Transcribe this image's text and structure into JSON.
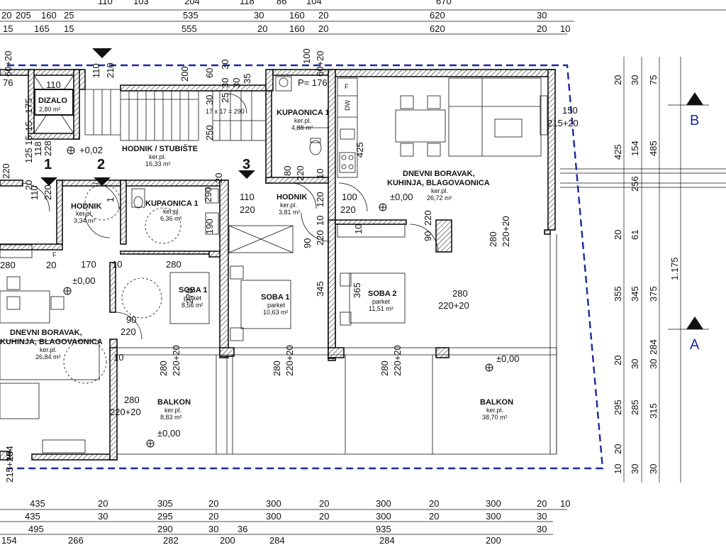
{
  "rooms": [
    {
      "id": "dizalo",
      "name": "DIZALO",
      "area": "2,80 m²"
    },
    {
      "id": "hodnik-stubiste",
      "name": "HODNIK / STUBIŠTE",
      "finish": "ker.pl.",
      "area": "16,33 m²"
    },
    {
      "id": "kupaonica-top",
      "name": "KUPAONICA 1",
      "finish": "ker.pl.",
      "area": "4,88 m²"
    },
    {
      "id": "dnevni-right",
      "name": "DNEVNI BORAVAK,",
      "name2": "KUHINJA, BLAGOVAONICA",
      "finish": "ker.pl.",
      "area": "26,72 m²"
    },
    {
      "id": "hodnik-mid",
      "name": "HODNIK",
      "finish": "ker.pl.",
      "area": "3,81 m²"
    },
    {
      "id": "hodnik-left",
      "name": "HODNIK",
      "finish": "ker.pl.",
      "area": "3,34 m²"
    },
    {
      "id": "kupaonica-mid",
      "name": "KUPAONICA 1",
      "finish": "ker.pl.",
      "area": "6,36 m²"
    },
    {
      "id": "soba1-a",
      "name": "SOBA 1",
      "finish": "parket",
      "area": "8,56 m²"
    },
    {
      "id": "soba1-b",
      "name": "SOBA 1",
      "finish": "parket",
      "area": "10,63 m²"
    },
    {
      "id": "soba2",
      "name": "SOBA 2",
      "finish": "parket",
      "area": "11,51 m²"
    },
    {
      "id": "dnevni-left",
      "name": "DNEVNI BORAVAK,",
      "name2": "KUHINJA, BLAGOVAONICA",
      "finish": "ker.pl.",
      "area": "26,84 m²"
    },
    {
      "id": "balkon-left",
      "name": "BALKON",
      "finish": "ker.pl.",
      "area": "8,83 m²"
    },
    {
      "id": "balkon-right",
      "name": "BALKON",
      "finish": "ker.pl.",
      "area": "38,70 m²"
    }
  ],
  "levels": {
    "l1": "+0,02",
    "l2": "±0,00",
    "l3": "±0,00",
    "l4": "±0,00",
    "l5": "±0,00",
    "l6": "±0,00"
  },
  "markers": {
    "m1": "1",
    "m2": "2",
    "m3": "3",
    "secA": "A",
    "secB": "B",
    "pArea": "P= 176",
    "stairNote": "17 x 17 = 290"
  },
  "dims_top": {
    "r1": [
      "205",
      "160",
      "25",
      "110",
      "103",
      "204",
      "118",
      "86",
      "104",
      "670"
    ],
    "r2": [
      "20",
      "160",
      "25",
      "535",
      "30",
      "160",
      "20",
      "620",
      "30"
    ],
    "r3": [
      "15",
      "165",
      "15",
      "555",
      "20",
      "160",
      "20",
      "620",
      "20",
      "10"
    ]
  },
  "dims_bottom": {
    "r1": [
      "435",
      "20",
      "305",
      "20",
      "300",
      "20",
      "300",
      "20",
      "300",
      "20",
      "10"
    ],
    "r2": [
      "435",
      "30",
      "295",
      "20",
      "300",
      "20",
      "300",
      "20",
      "300",
      "30"
    ],
    "r3": [
      "495",
      "290",
      "30",
      "36",
      "935",
      "30"
    ],
    "r4": [
      "154",
      "266",
      "282",
      "200",
      "284",
      "284",
      "200"
    ]
  },
  "dims_right": {
    "c1": [
      "20",
      "425",
      "20",
      "355",
      "20",
      "295",
      "20",
      "10"
    ],
    "c2": [
      "30",
      "154",
      "256",
      "61",
      "345",
      "30",
      "285",
      "30"
    ],
    "c3": [
      "75",
      "485",
      "1.175",
      "375",
      "284",
      "30",
      "315",
      "30"
    ]
  },
  "dims_inner": [
    "200",
    "60",
    "30",
    "100",
    "60+20",
    "250",
    "30",
    "30",
    "25",
    "30",
    "35",
    "110",
    "210",
    "150",
    "215+20",
    "425",
    "110",
    "220",
    "80",
    "220",
    "10",
    "120",
    "100",
    "220",
    "10",
    "90",
    "220",
    "280",
    "220+20",
    "365",
    "345",
    "280",
    "220+20",
    "280",
    "220+20",
    "280",
    "220+20",
    "280",
    "220+20",
    "280",
    "220+20",
    "10",
    "90",
    "220",
    "170",
    "280",
    "10",
    "90",
    "220",
    "270",
    "190",
    "290",
    "110",
    "220",
    "1",
    "175",
    "125",
    "118",
    "228",
    "15",
    "20",
    "220",
    "110",
    "20",
    "10",
    "20",
    "60+20",
    "76",
    "15",
    "280",
    "220+20",
    "215+20",
    "10",
    "154",
    "280"
  ],
  "fixtures": {
    "dw": "DW",
    "f": "F",
    "f2": "F"
  }
}
